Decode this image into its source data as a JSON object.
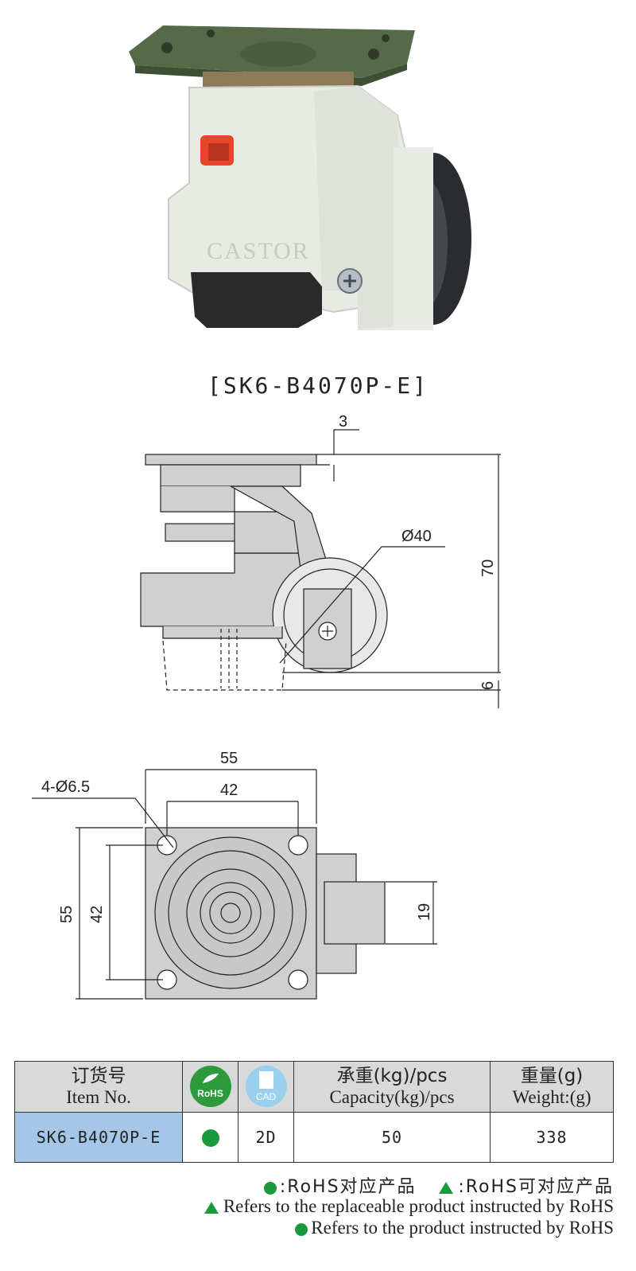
{
  "photo": {
    "brand_text": "CASTOR",
    "colors": {
      "plate": "#556b47",
      "body": "#e8eae4",
      "wheel": "#2b2c2f",
      "lever": "#e8452c",
      "base": "#2a2a2a"
    }
  },
  "model_title": "[SK6-B4070P-E]",
  "side_view": {
    "dims": {
      "plate_thickness": "3",
      "wheel_diameter": "Ø40",
      "height": "70",
      "bottom": "6"
    }
  },
  "top_view": {
    "dims": {
      "holes": "4-Ø6.5",
      "outer_width": "55",
      "hole_pitch_x": "42",
      "outer_height": "55",
      "hole_pitch_y": "42",
      "arm_width": "19"
    }
  },
  "table": {
    "headers": {
      "item_cn": "订货号",
      "item_en": "Item No.",
      "rohs_label": "RoHS",
      "cad_label": "CAD",
      "capacity_cn": "承重(kg)/pcs",
      "capacity_en": "Capacity(kg)/pcs",
      "weight_cn": "重量(g)",
      "weight_en": "Weight:(g)"
    },
    "rows": [
      {
        "item": "SK6-B4070P-E",
        "cad": "2D",
        "capacity": "50",
        "weight": "338"
      }
    ],
    "colors": {
      "header_bg": "#d9d9d9",
      "item_bg": "#a5c6e6",
      "rohs_green": "#1a9a3c"
    }
  },
  "legend": {
    "line1_dot_cn": ":RoHS对应产品",
    "line1_tri_cn": ":RoHS可对应产品",
    "line2": "Refers to the replaceable product instructed by RoHS",
    "line3": "Refers to the product instructed by RoHS"
  }
}
